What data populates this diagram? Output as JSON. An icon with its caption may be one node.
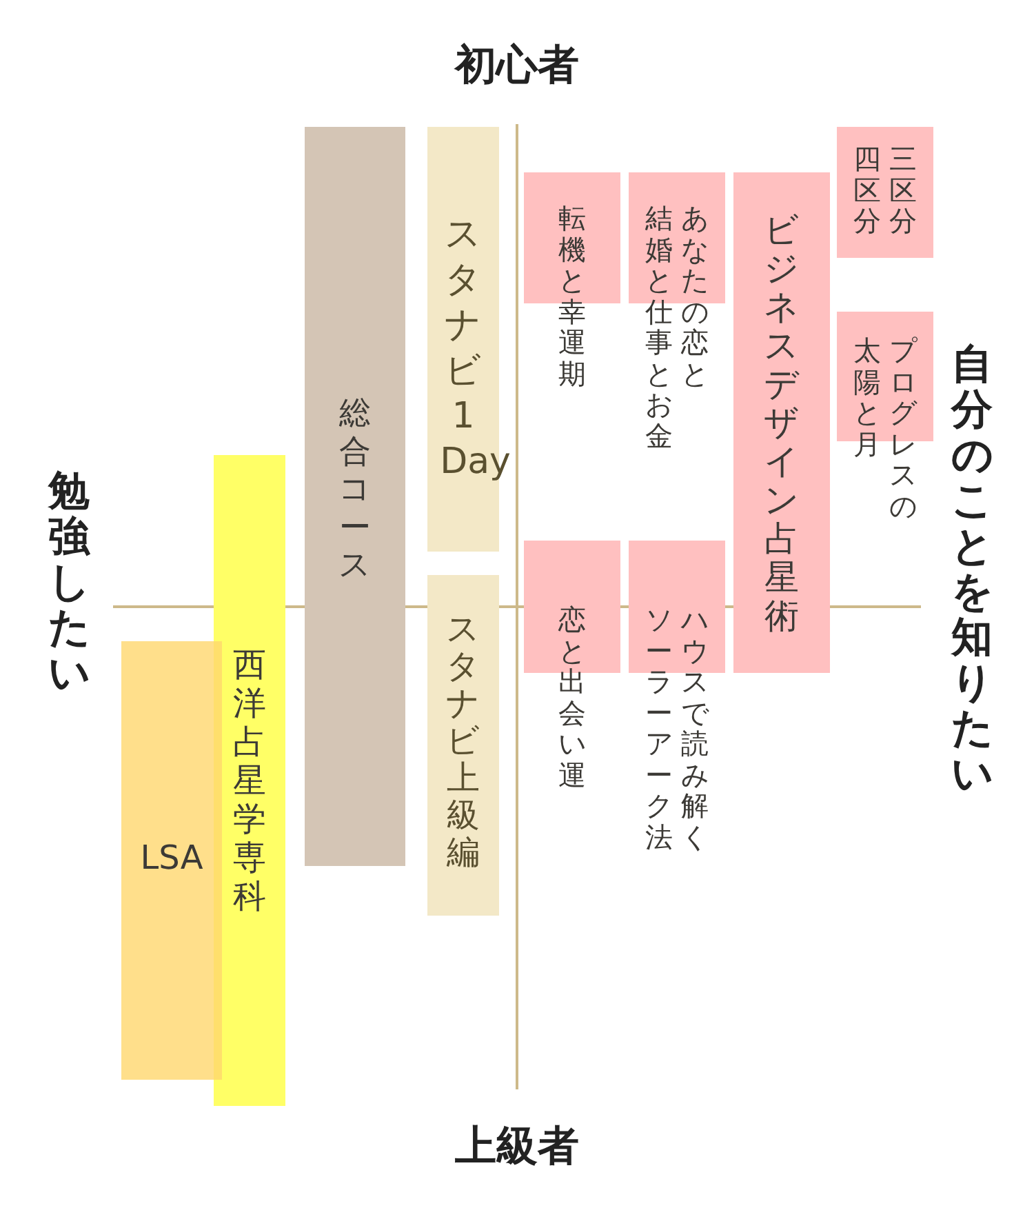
{
  "diagram": {
    "nodes": [
      {
        "text": [
          "総合コース"
        ]
      },
      {
        "text": [
          "スタナビ1Day"
        ]
      },
      {
        "text": [
          "スタナビ上級編"
        ]
      },
      {
        "text": [
          "西洋占星学専科"
        ]
      },
      {
        "text": [
          "LSA"
        ]
      },
      {
        "text": [
          "転機と幸運期"
        ]
      },
      {
        "text": [
          "あなたの恋と結婚と仕事とお金"
        ]
      },
      {
        "text": [
          "ビジネスデザイン占星術"
        ]
      },
      {
        "text": [
          "三区分四区分"
        ]
      },
      {
        "text": [
          "プログレスの太陽と月"
        ]
      },
      {
        "text": [
          "恋と出会い運"
        ]
      },
      {
        "text": [
          "ハウスで読み解くソーラーアーク法"
        ]
      }
    ],
    "labels": [
      "初心者",
      "勉強したい",
      "自分のことを知りたい",
      "上級者"
    ]
  }
}
